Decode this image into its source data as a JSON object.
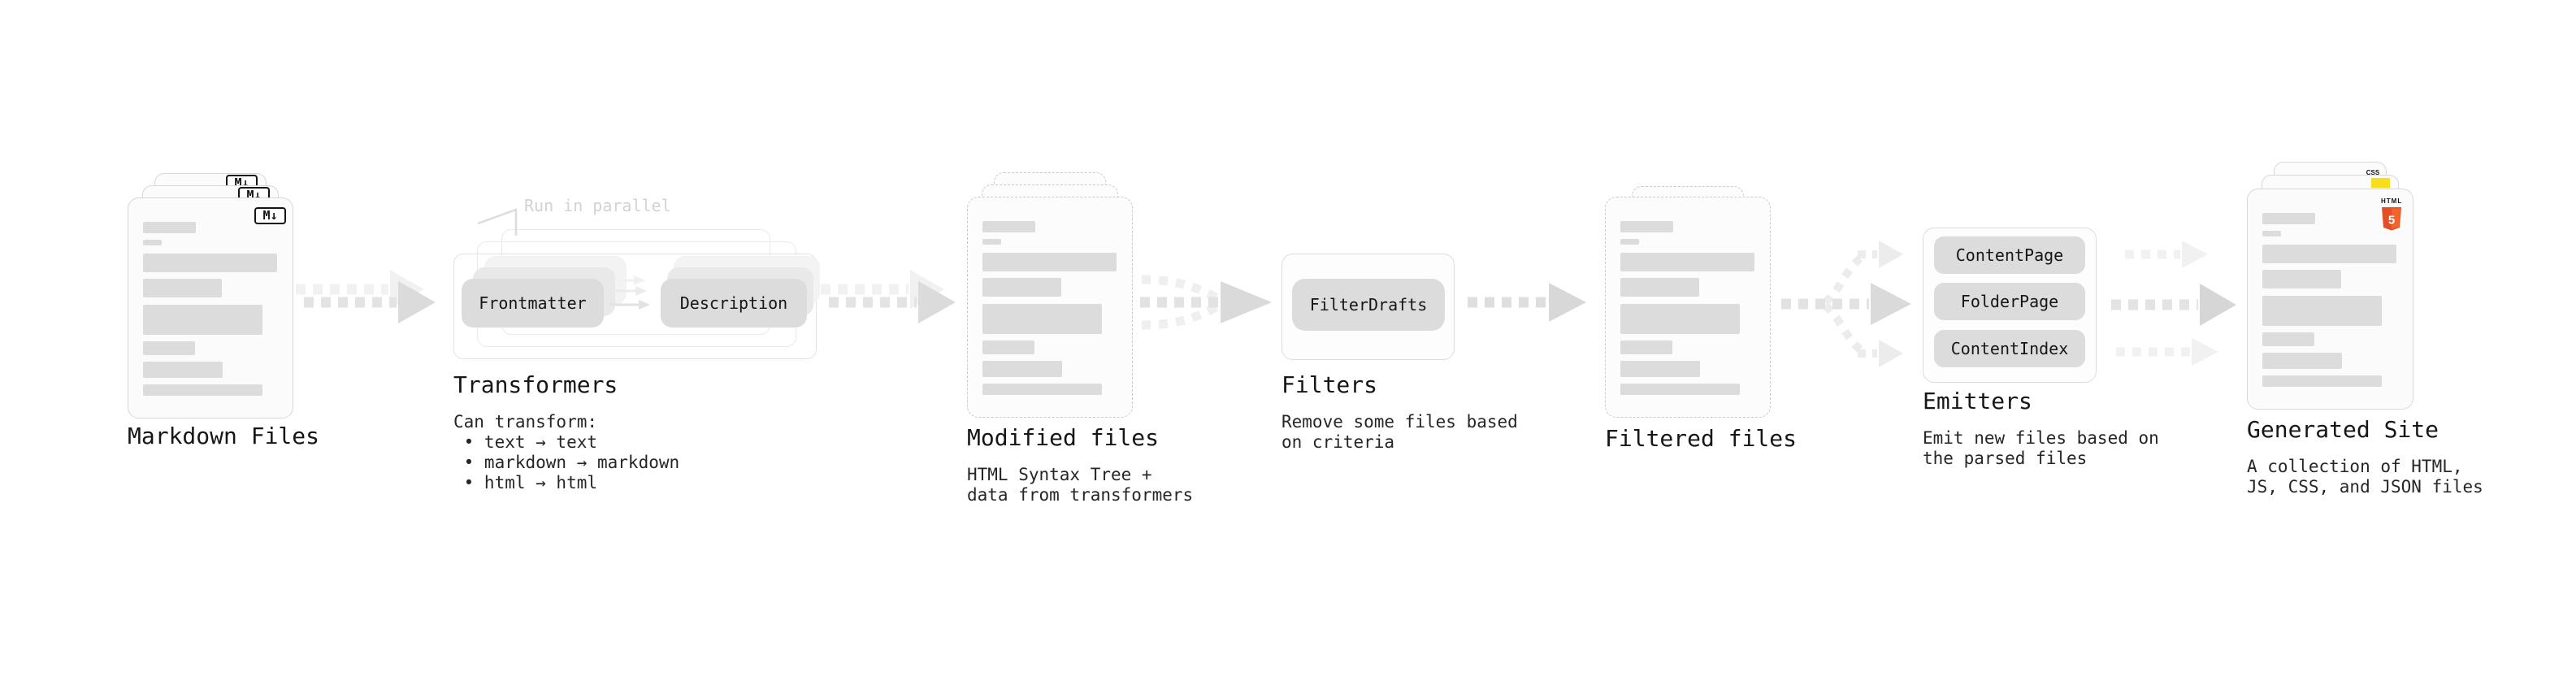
{
  "diagram": {
    "markdown_files": {
      "label": "Markdown Files",
      "icon_label": "M↓"
    },
    "transformers": {
      "callout": "Run in parallel",
      "buttons": [
        "Frontmatter",
        "Description"
      ],
      "title": "Transformers",
      "description": "Can transform:\n • text → text\n • markdown → markdown\n • html → html"
    },
    "modified_files": {
      "title": "Modified files",
      "description": "HTML Syntax Tree +\ndata from transformers"
    },
    "filters": {
      "buttons": [
        "FilterDrafts"
      ],
      "title": "Filters",
      "description": "Remove some files based\non criteria"
    },
    "filtered_files": {
      "title": "Filtered files"
    },
    "emitters": {
      "buttons": [
        "ContentPage",
        "FolderPage",
        "ContentIndex"
      ],
      "title": "Emitters",
      "description": "Emit new files based on\nthe parsed files"
    },
    "generated_site": {
      "title": "Generated Site",
      "description": "A collection of HTML,\nJS, CSS, and JSON files",
      "css_icon_label": "CSS",
      "html_icon_label": "HTML",
      "html_icon_number": "5"
    }
  },
  "colors": {
    "html5_orange": "#e44d26",
    "html5_orange_light": "#f16529",
    "js_yellow": "#f7df1e",
    "css_blue": "#2962ff",
    "skeleton_gray": "#dcdcdc",
    "arrow_gray": "#e3e3e3"
  }
}
